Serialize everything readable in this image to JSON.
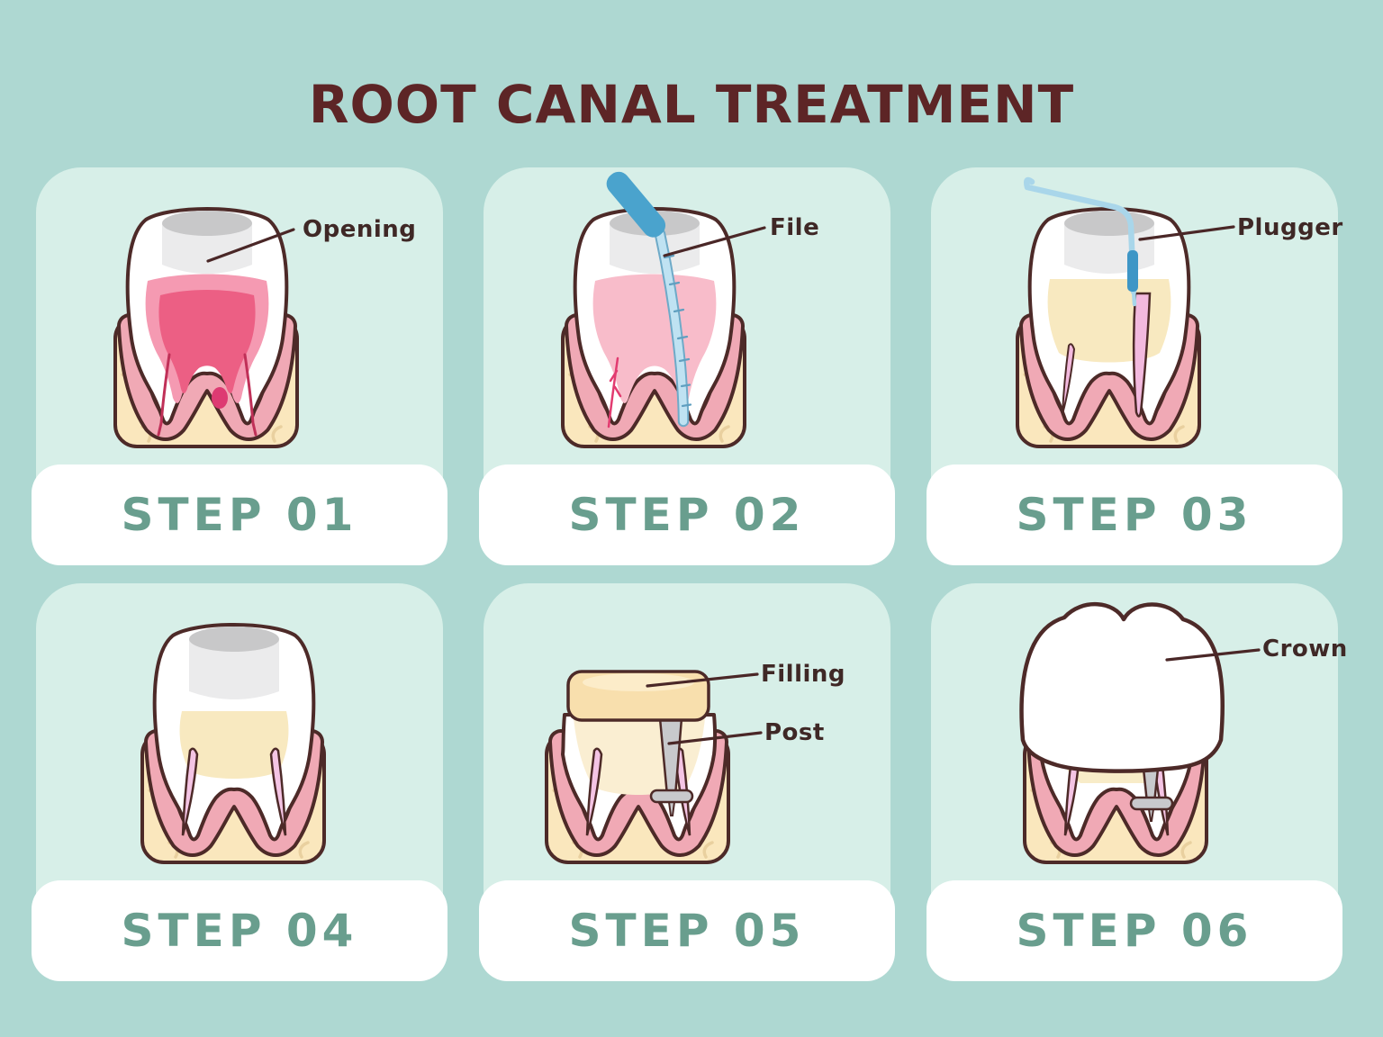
{
  "title": "ROOT CANAL TREATMENT",
  "colors": {
    "background": "#aed8d2",
    "panel_background": "#d7efe8",
    "step_bar_background": "#ffffff",
    "step_label_text": "#699e8e",
    "title_text": "#5d2526",
    "annotation_text": "#3f2826",
    "outline_brown": "#4d2a28",
    "bone_cream": "#fae7bd",
    "gum_pink": "#f0a9b5",
    "pulp_pink": "#f59ab2",
    "pulp_dark_pink": "#ec5f84",
    "canal_lavender": "#f4c4e4",
    "tool_blue": "#4aa3cd",
    "tool_light_blue": "#bfe2f2",
    "post_gray": "#c8c9cc"
  },
  "steps": [
    {
      "label": "STEP 01",
      "annotations": [
        {
          "text": "Opening"
        }
      ]
    },
    {
      "label": "STEP 02",
      "annotations": [
        {
          "text": "File"
        }
      ]
    },
    {
      "label": "STEP 03",
      "annotations": [
        {
          "text": "Plugger"
        }
      ]
    },
    {
      "label": "STEP 04",
      "annotations": []
    },
    {
      "label": "STEP 05",
      "annotations": [
        {
          "text": "Filling"
        },
        {
          "text": "Post"
        }
      ]
    },
    {
      "label": "STEP 06",
      "annotations": [
        {
          "text": "Crown"
        }
      ]
    }
  ]
}
